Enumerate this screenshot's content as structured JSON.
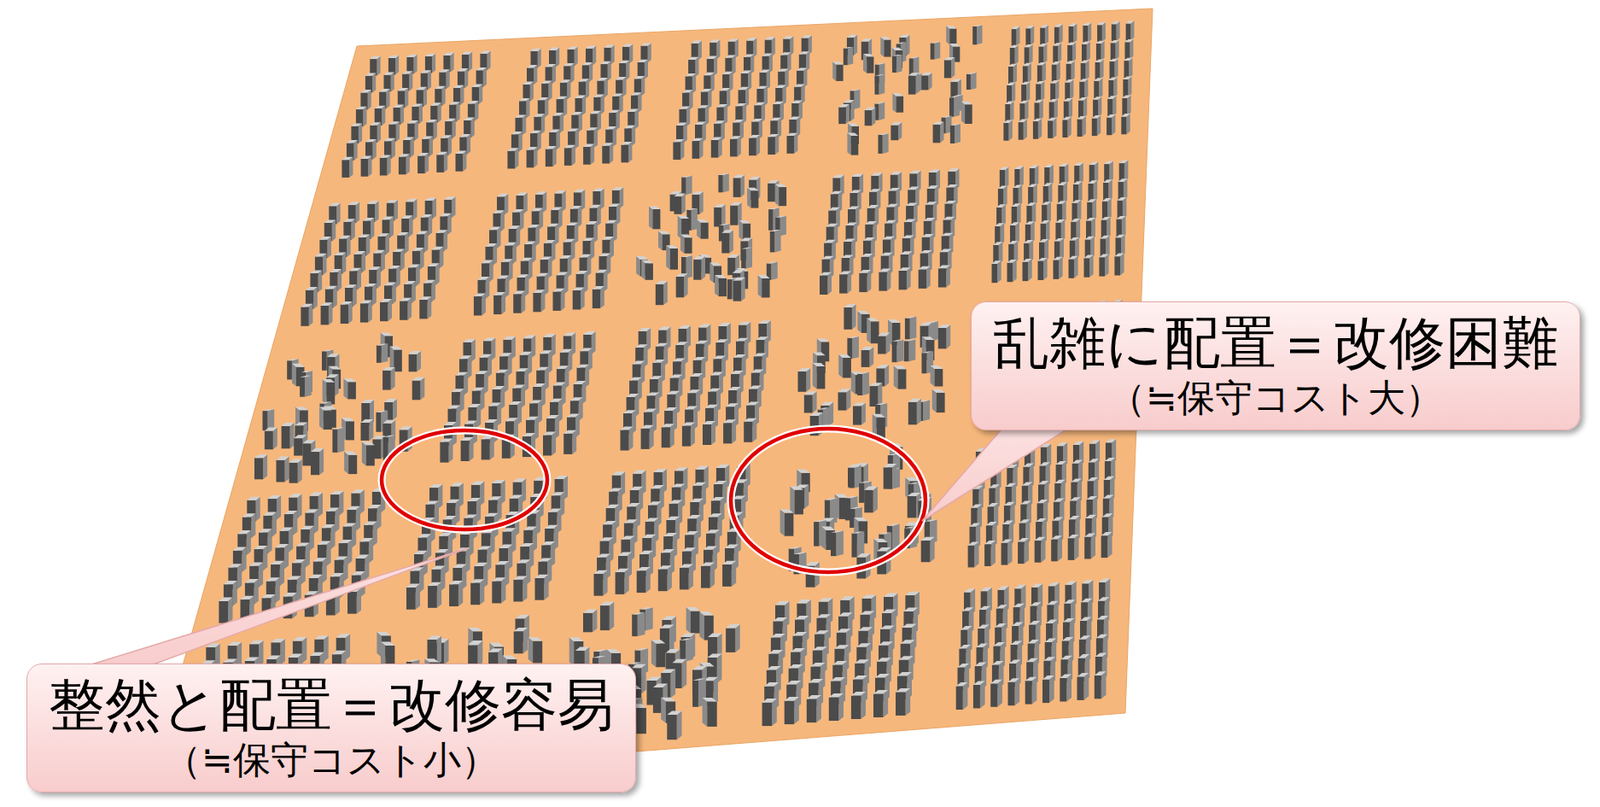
{
  "diagram": {
    "nodes": [
      {
        "text": [
          "乱雑に配置＝改修困難",
          "（≒保守コスト大）"
        ]
      },
      {
        "text": [
          "整然と配置＝改修容易",
          "（≒保守コスト小）"
        ]
      }
    ]
  }
}
